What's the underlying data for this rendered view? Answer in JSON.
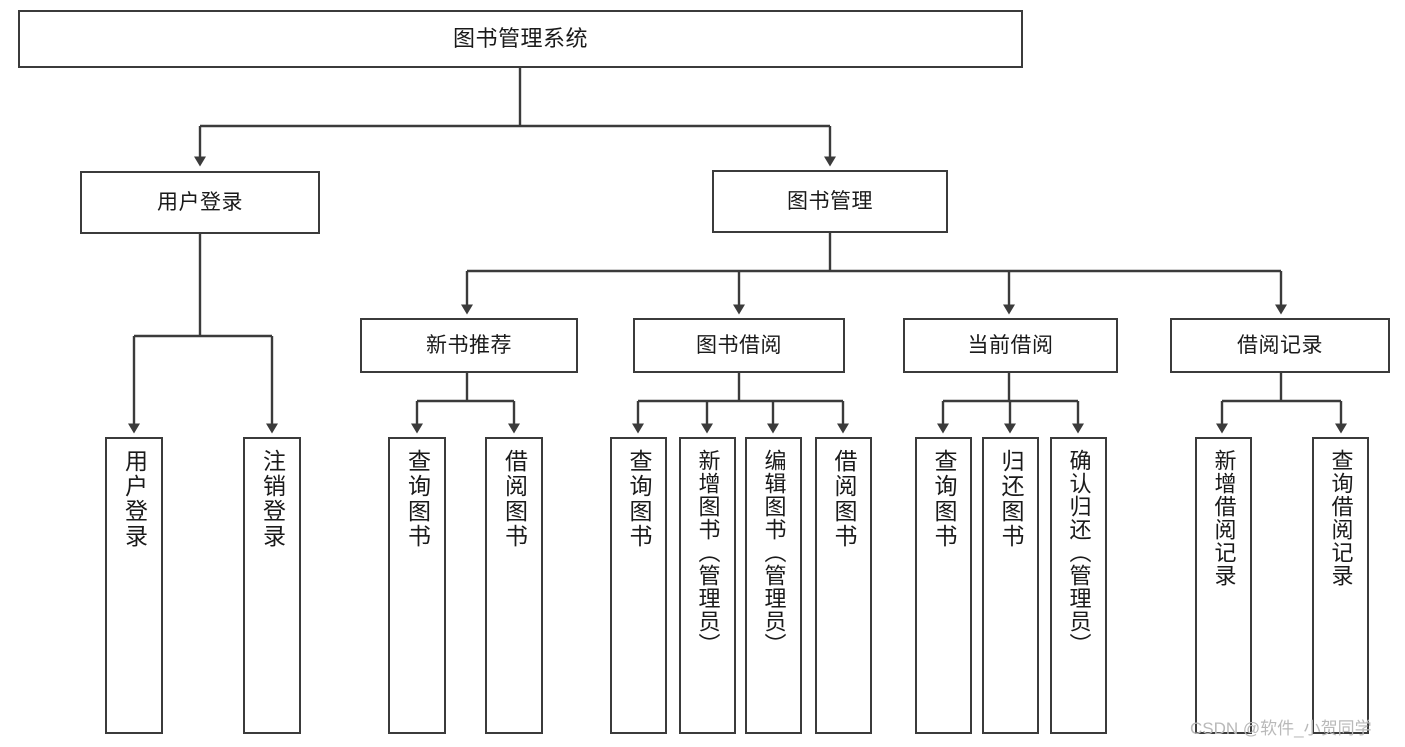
{
  "diagram": {
    "title": "图书管理系统",
    "type": "functional-structure-tree",
    "stroke_color": "#3b3b3b",
    "fill_color": "#ffffff",
    "text_color": "#1a1a1a",
    "levels": 4,
    "root": {
      "label": "图书管理系统"
    },
    "level2": [
      {
        "id": "user-login",
        "label": "用户登录"
      },
      {
        "id": "book-manage",
        "label": "图书管理"
      }
    ],
    "level3": [
      {
        "id": "new-book-recommend",
        "label": "新书推荐",
        "parent": "book-manage"
      },
      {
        "id": "book-borrow",
        "label": "图书借阅",
        "parent": "book-manage"
      },
      {
        "id": "current-borrow",
        "label": "当前借阅",
        "parent": "book-manage"
      },
      {
        "id": "borrow-record",
        "label": "借阅记录",
        "parent": "book-manage"
      }
    ],
    "leaves": {
      "user-login": [
        {
          "id": "leaf-user-login",
          "label": "用户登录"
        },
        {
          "id": "leaf-user-logout",
          "label": "注销登录"
        }
      ],
      "new-book-recommend": [
        {
          "id": "leaf-query-book-1",
          "label": "查询图书"
        },
        {
          "id": "leaf-borrow-book-1",
          "label": "借阅图书"
        }
      ],
      "book-borrow": [
        {
          "id": "leaf-query-book-2",
          "label": "查询图书"
        },
        {
          "id": "leaf-add-book",
          "label": "新增图书（管理员）"
        },
        {
          "id": "leaf-edit-book",
          "label": "编辑图书（管理员）"
        },
        {
          "id": "leaf-borrow-book-2",
          "label": "借阅图书"
        }
      ],
      "current-borrow": [
        {
          "id": "leaf-query-book-3",
          "label": "查询图书"
        },
        {
          "id": "leaf-return-book",
          "label": "归还图书"
        },
        {
          "id": "leaf-confirm-return",
          "label": "确认归还（管理员）"
        }
      ],
      "borrow-record": [
        {
          "id": "leaf-add-record",
          "label": "新增借阅记录"
        },
        {
          "id": "leaf-query-record",
          "label": "查询借阅记录"
        }
      ]
    }
  },
  "watermark": {
    "text": "CSDN @软件_小贺同学"
  }
}
